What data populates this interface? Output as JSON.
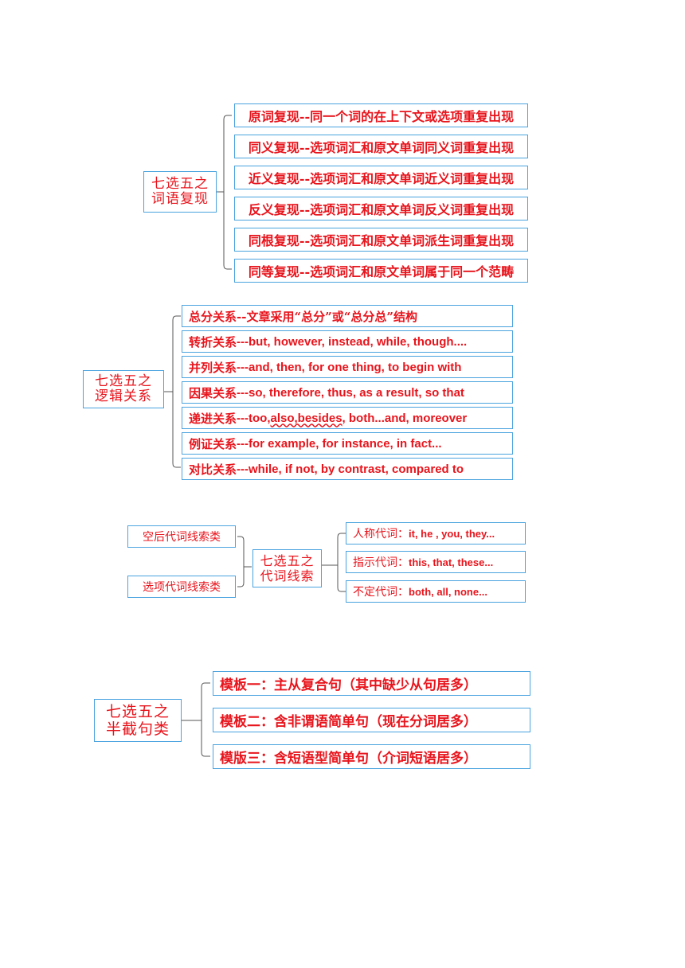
{
  "colors": {
    "text": "#e8141c",
    "border": "#4aa3df",
    "line": "#555555"
  },
  "diagram1": {
    "root": {
      "line1": "七选五之",
      "line2": "词语复现"
    },
    "items": [
      "原词复现--同一个词的在上下文或选项重复出现",
      "同义复现--选项词汇和原文单词同义词重复出现",
      "近义复现--选项词汇和原文单词近义词重复出现",
      "反义复现--选项词汇和原文单词反义词重复出现",
      "同根复现--选项词汇和原文单词派生词重复出现",
      "同等复现--选项词汇和原文单词属于同一个范畴"
    ]
  },
  "diagram2": {
    "root": {
      "line1": "七选五之",
      "line2": "逻辑关系"
    },
    "items": [
      {
        "label": "总分关系",
        "detail": "--文章采用“总分”或“总分总”结构"
      },
      {
        "label": "转折关系",
        "detail": "---but, however, instead, while, though...."
      },
      {
        "label": "并列关系",
        "detail": "---and, then, for one thing, to begin with"
      },
      {
        "label": "因果关系",
        "detail": "---so, therefore,  thus, as  a result, so that"
      },
      {
        "label": "递进关系",
        "detail_pre": "---too, ",
        "detail_wavy": "also,besides",
        "detail_post": ", both...and, moreover"
      },
      {
        "label": "例证关系",
        "detail": "---for  example,  for  instance,    in  fact..."
      },
      {
        "label": "对比关系",
        "detail": "---while, if not, by contrast, compared to"
      }
    ]
  },
  "diagram3": {
    "left": [
      "空后代词线索类",
      "选项代词线索类"
    ],
    "root": {
      "line1": "七选五之",
      "line2": "代词线索"
    },
    "items": [
      {
        "label": "人称代词：",
        "detail": "it, he , you, they..."
      },
      {
        "label": "指示代词：",
        "detail": "this, that, these..."
      },
      {
        "label": "不定代词：",
        "detail": "both, all, none..."
      }
    ]
  },
  "diagram4": {
    "root": {
      "line1": "七选五之",
      "line2": "半截句类"
    },
    "items": [
      "模板一：主从复合句（其中缺少从句居多）",
      "模板二：含非谓语简单句（现在分词居多）",
      "模版三：含短语型简单句（介词短语居多）"
    ]
  }
}
